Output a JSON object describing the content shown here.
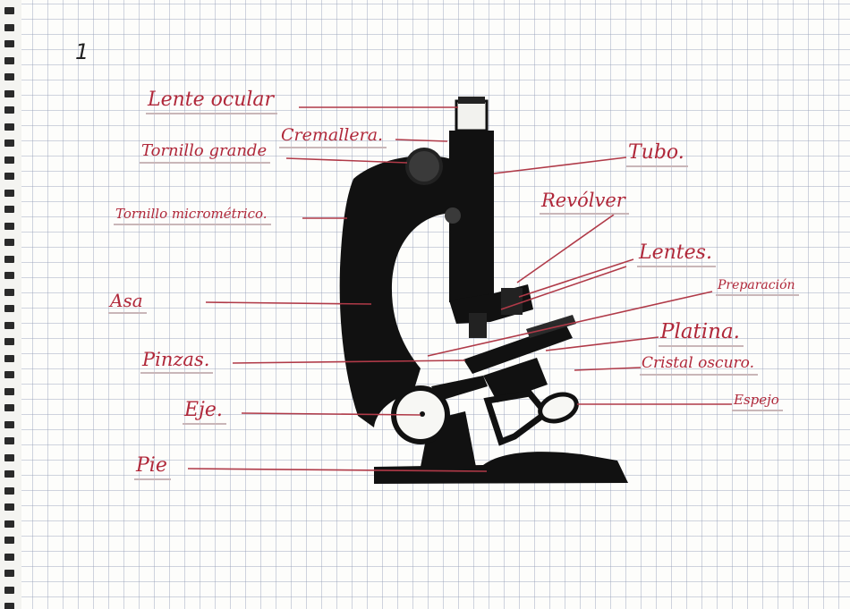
{
  "page": {
    "number": "1"
  },
  "labels": {
    "lente_ocular": "Lente ocular",
    "cremallera": "Cremallera.",
    "tornillo_grande": "Tornillo grande",
    "tubo": "Tubo.",
    "tornillo_micrometrico": "Tornillo micrométrico.",
    "revolver": "Revólver",
    "lentes": "Lentes.",
    "asa": "Asa",
    "preparacion": "Preparación",
    "platina": "Platina.",
    "pinzas": "Pinzas.",
    "cristal_oscuro": "Cristal oscuro.",
    "eje": "Eje.",
    "espejo": "Espejo",
    "pie": "Pie"
  },
  "colors": {
    "ink": "#b0283a",
    "microscope": "#111111",
    "grid": "#a2aabd"
  }
}
